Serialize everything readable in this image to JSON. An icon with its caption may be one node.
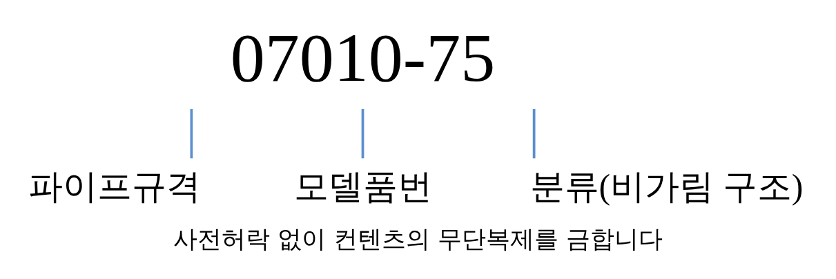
{
  "diagram": {
    "caption": "사전허락 없이 컨텐츠의 무단복제를 금합니다",
    "nodes": [
      {
        "text": [
          "07010-75"
        ]
      },
      {
        "text": [
          "파이프규격"
        ]
      },
      {
        "text": [
          "모델품번"
        ]
      },
      {
        "text": [
          "분류(비가림 구조)"
        ]
      }
    ],
    "edges": [
      {
        "from": 1,
        "to": 0,
        "arrow": "none"
      },
      {
        "from": 2,
        "to": 0,
        "arrow": "none"
      },
      {
        "from": 3,
        "to": 0,
        "arrow": "none"
      }
    ]
  }
}
